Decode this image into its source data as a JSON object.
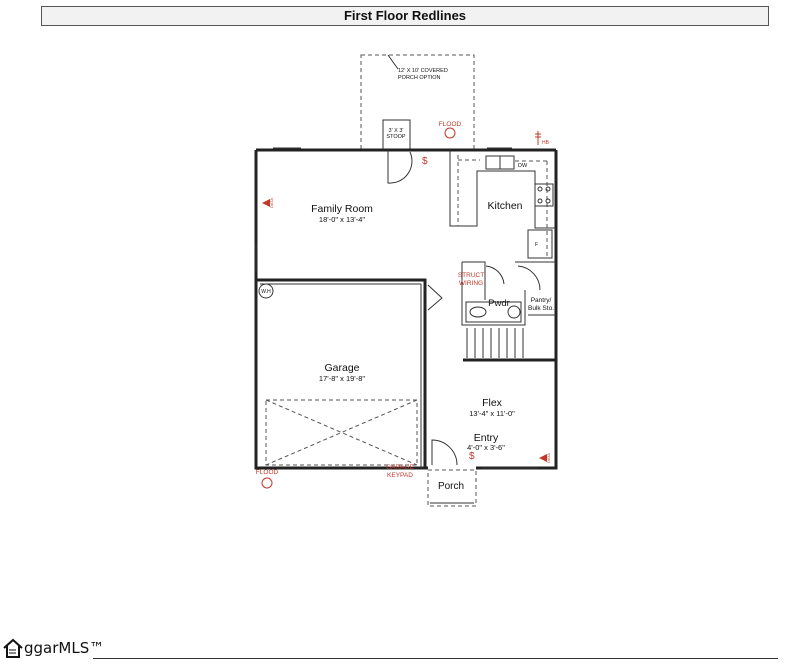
{
  "header": {
    "title": "First Floor Redlines"
  },
  "plan": {
    "rooms": [
      {
        "name": "Family Room",
        "size": "18'-0\" x 13'-4\""
      },
      {
        "name": "Kitchen",
        "size": ""
      },
      {
        "name": "Garage",
        "size": "17'-8\" x 19'-8\""
      },
      {
        "name": "Flex",
        "size": "13'-4\" x 11'-0\""
      },
      {
        "name": "Entry",
        "size": "4'-0\" x 3'-6\""
      },
      {
        "name": "Porch",
        "size": ""
      },
      {
        "name": "Pwdr",
        "size": ""
      }
    ],
    "notes": {
      "covered_porch_1": "12' X 10' COVERED",
      "covered_porch_2": "PORCH OPTION",
      "stoop_1": "3' X 3'",
      "stoop_2": "STOOP",
      "dw": "DW",
      "fridge": "F",
      "wh": "W.H",
      "pantry_1": "Pantry/",
      "pantry_2": "Bulk Sto."
    },
    "redlines": {
      "flood": "FLOOD",
      "hb": "HB",
      "struct_1": "STRUCT",
      "struct_2": "WIRING",
      "garage_keypad_1": "GARAGE",
      "garage_keypad_2": "KEYPAD",
      "switch": "$",
      "data": "DATA",
      "color": "#c0392b"
    }
  },
  "footer": {
    "logo": "ggarMLS™"
  }
}
